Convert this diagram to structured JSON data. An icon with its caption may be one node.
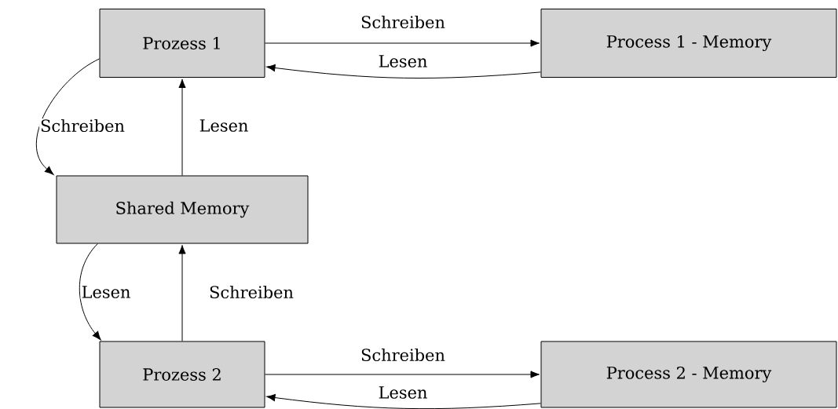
{
  "diagram": {
    "nodes": [
      {
        "text": [
          "Prozess 1"
        ]
      },
      {
        "text": [
          "Process 1 - Memory"
        ]
      },
      {
        "text": [
          "Shared Memory"
        ]
      },
      {
        "text": [
          "Prozess 2"
        ]
      },
      {
        "text": [
          "Process 2 - Memory"
        ]
      }
    ],
    "edges": [
      {
        "from": 0,
        "to": 1,
        "arrow": "to",
        "label": "Schreiben"
      },
      {
        "from": 1,
        "to": 0,
        "arrow": "to",
        "label": "Lesen"
      },
      {
        "from": 0,
        "to": 2,
        "arrow": "to",
        "label": "Schreiben"
      },
      {
        "from": 2,
        "to": 0,
        "arrow": "to",
        "label": "Lesen"
      },
      {
        "from": 2,
        "to": 3,
        "arrow": "to",
        "label": "Lesen"
      },
      {
        "from": 3,
        "to": 2,
        "arrow": "to",
        "label": "Schreiben"
      },
      {
        "from": 3,
        "to": 4,
        "arrow": "to",
        "label": "Schreiben"
      },
      {
        "from": 4,
        "to": 3,
        "arrow": "to",
        "label": "Lesen"
      }
    ]
  }
}
